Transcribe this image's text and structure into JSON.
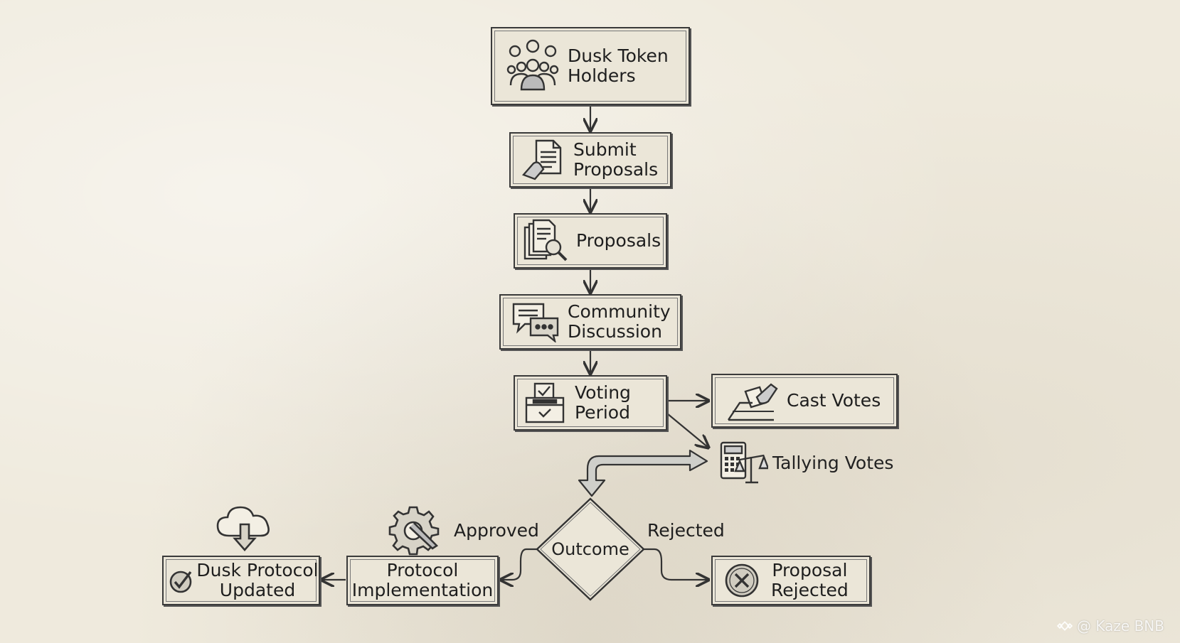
{
  "nodes": {
    "holders": {
      "label": "Dusk Token\nHolders",
      "icon": "people-coins-icon"
    },
    "submit": {
      "label": "Submit\nProposals",
      "icon": "hand-document-icon"
    },
    "proposals": {
      "label": "Proposals",
      "icon": "documents-magnifier-icon"
    },
    "discussion": {
      "label": "Community\nDiscussion",
      "icon": "chat-bubbles-icon"
    },
    "voting": {
      "label": "Voting\nPeriod",
      "icon": "ballot-box-icon"
    },
    "cast": {
      "label": "Cast Votes",
      "icon": "hand-ballot-icon"
    },
    "tally": {
      "label": "Tallying Votes",
      "icon": "calculator-scales-icon"
    },
    "outcome": {
      "label": "Outcome"
    },
    "implementation": {
      "label": "Protocol\nImplementation",
      "icon": "gear-wrench-icon"
    },
    "updated": {
      "label": "Dusk Protocol\nUpdated",
      "icon": "cloud-download-check-icon"
    },
    "rejected": {
      "label": "Proposal\nRejected",
      "icon": "x-circle-icon"
    }
  },
  "edges": {
    "approved_label": "Approved",
    "rejected_label": "Rejected"
  },
  "watermark": {
    "text": "@ Kaze BNB",
    "icon": "binance-logo-icon"
  }
}
